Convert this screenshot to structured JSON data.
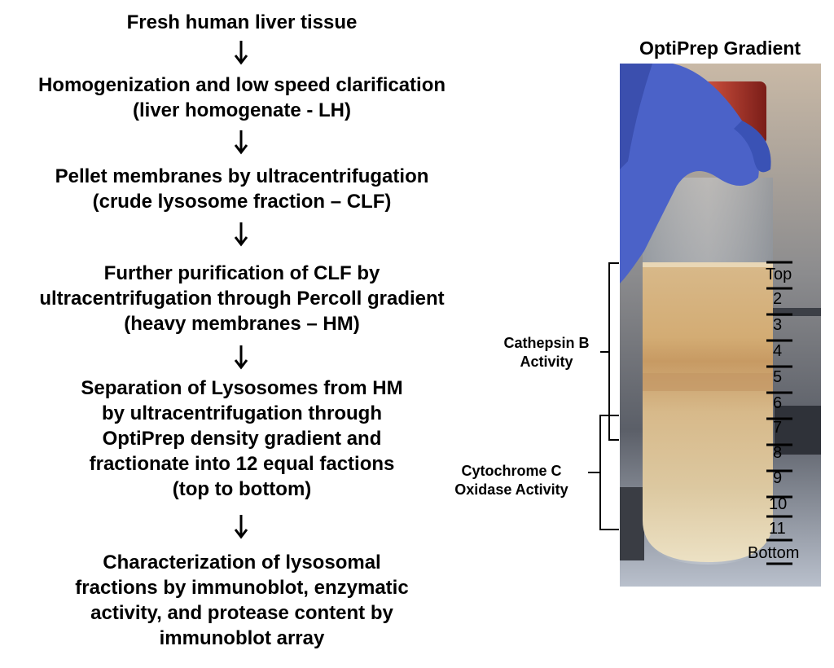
{
  "steps": [
    [
      "Fresh human liver tissue"
    ],
    [
      "Homogenization and low speed clarification",
      "(liver homogenate - LH)"
    ],
    [
      "Pellet membranes by ultracentrifugation",
      "(crude lysosome fraction – CLF)"
    ],
    [
      "Further purification of CLF by",
      "ultracentrifugation through Percoll gradient",
      "(heavy membranes – HM)"
    ],
    [
      "Separation of Lysosomes from HM",
      "by ultracentrifugation through",
      "OptiPrep density gradient and",
      "fractionate into 12 equal factions",
      "(top to bottom)"
    ],
    [
      "Characterization of lysosomal",
      "fractions by immunoblot, enzymatic",
      "activity, and protease content by",
      "immunoblot array"
    ]
  ],
  "photo": {
    "title": "OptiPrep Gradient",
    "fractions": [
      "Top",
      "2",
      "3",
      "4",
      "5",
      "6",
      "7",
      "8",
      "9",
      "10",
      "11",
      "Bottom"
    ],
    "cathepsin_label": [
      "Cathepsin B",
      "Activity"
    ],
    "cytochrome_label": [
      "Cytochrome C",
      "Oxidase Activity"
    ]
  }
}
